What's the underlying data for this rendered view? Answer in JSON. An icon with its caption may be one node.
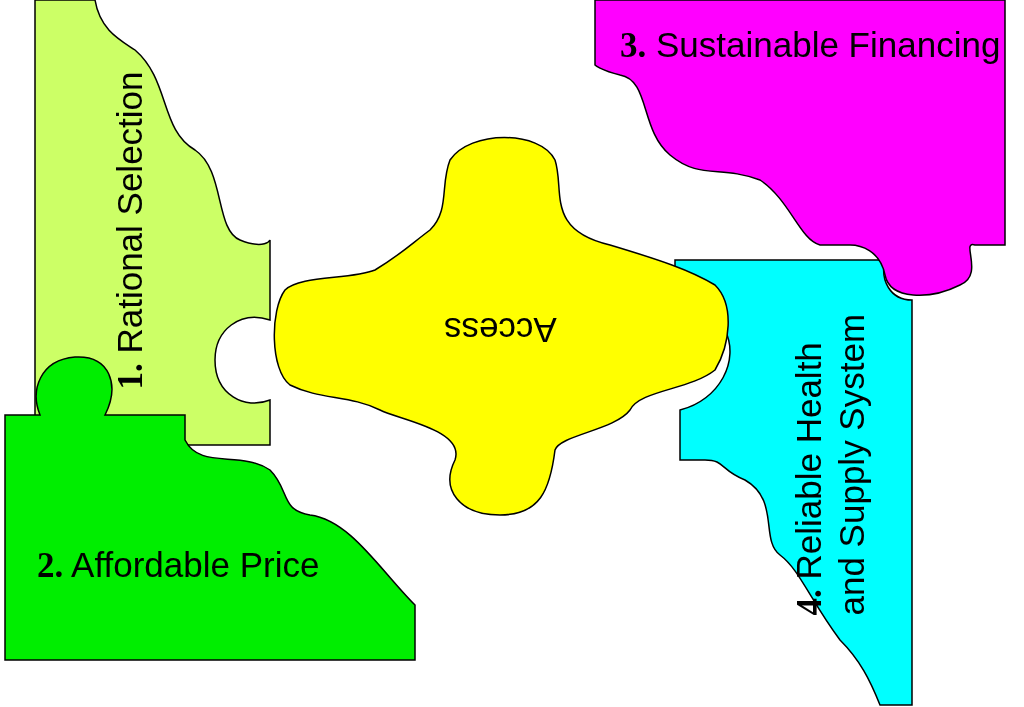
{
  "diagram": {
    "nodes": [
      {
        "text": [
          "**1.** Rational Selection"
        ]
      },
      {
        "text": [
          "**3.** Sustainable Financing"
        ]
      },
      {
        "text": [
          "Access"
        ]
      },
      {
        "text": [
          "**4.** Reliable Health and Supply System"
        ]
      },
      {
        "text": [
          "**2.** Affordable Price"
        ]
      }
    ]
  }
}
